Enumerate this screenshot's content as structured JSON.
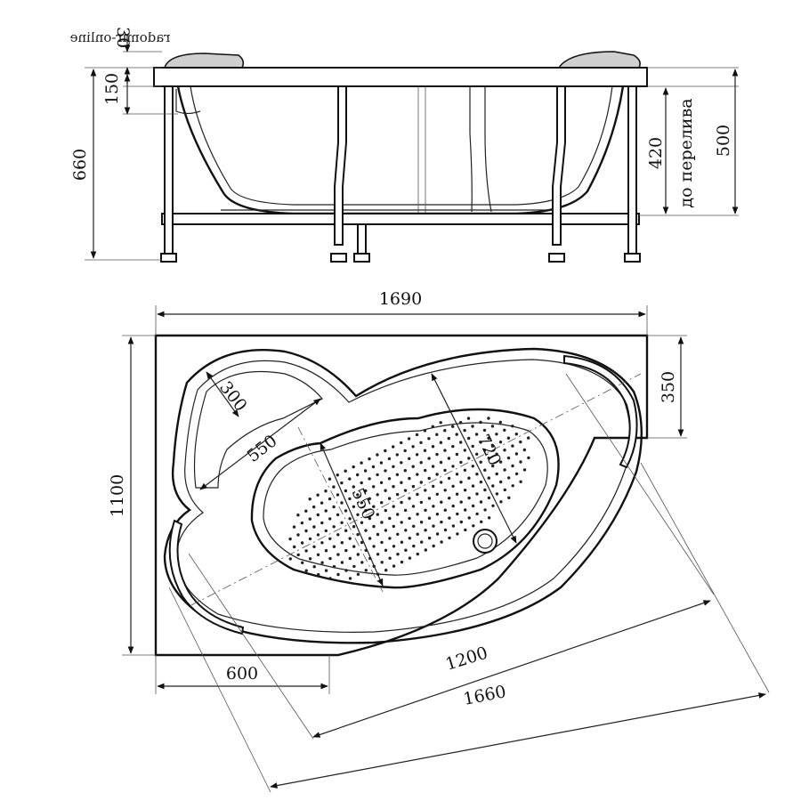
{
  "watermark": "radomir-online",
  "side_view": {
    "dims": {
      "rim_30": "30",
      "rim_150": "150",
      "height_660": "660",
      "depth_420": "420",
      "overflow_label": "до перелива",
      "height_500": "500"
    }
  },
  "top_view": {
    "dims": {
      "length_1690": "1690",
      "width_1100": "1100",
      "offset_350": "350",
      "offset_600": "600",
      "headrest_300": "300",
      "headrest_550": "550",
      "basin_720": "720",
      "basin_550": "550",
      "diag_1200": "1200",
      "diag_1660": "1660"
    }
  },
  "colors": {
    "line": "#111111",
    "background": "#ffffff"
  }
}
